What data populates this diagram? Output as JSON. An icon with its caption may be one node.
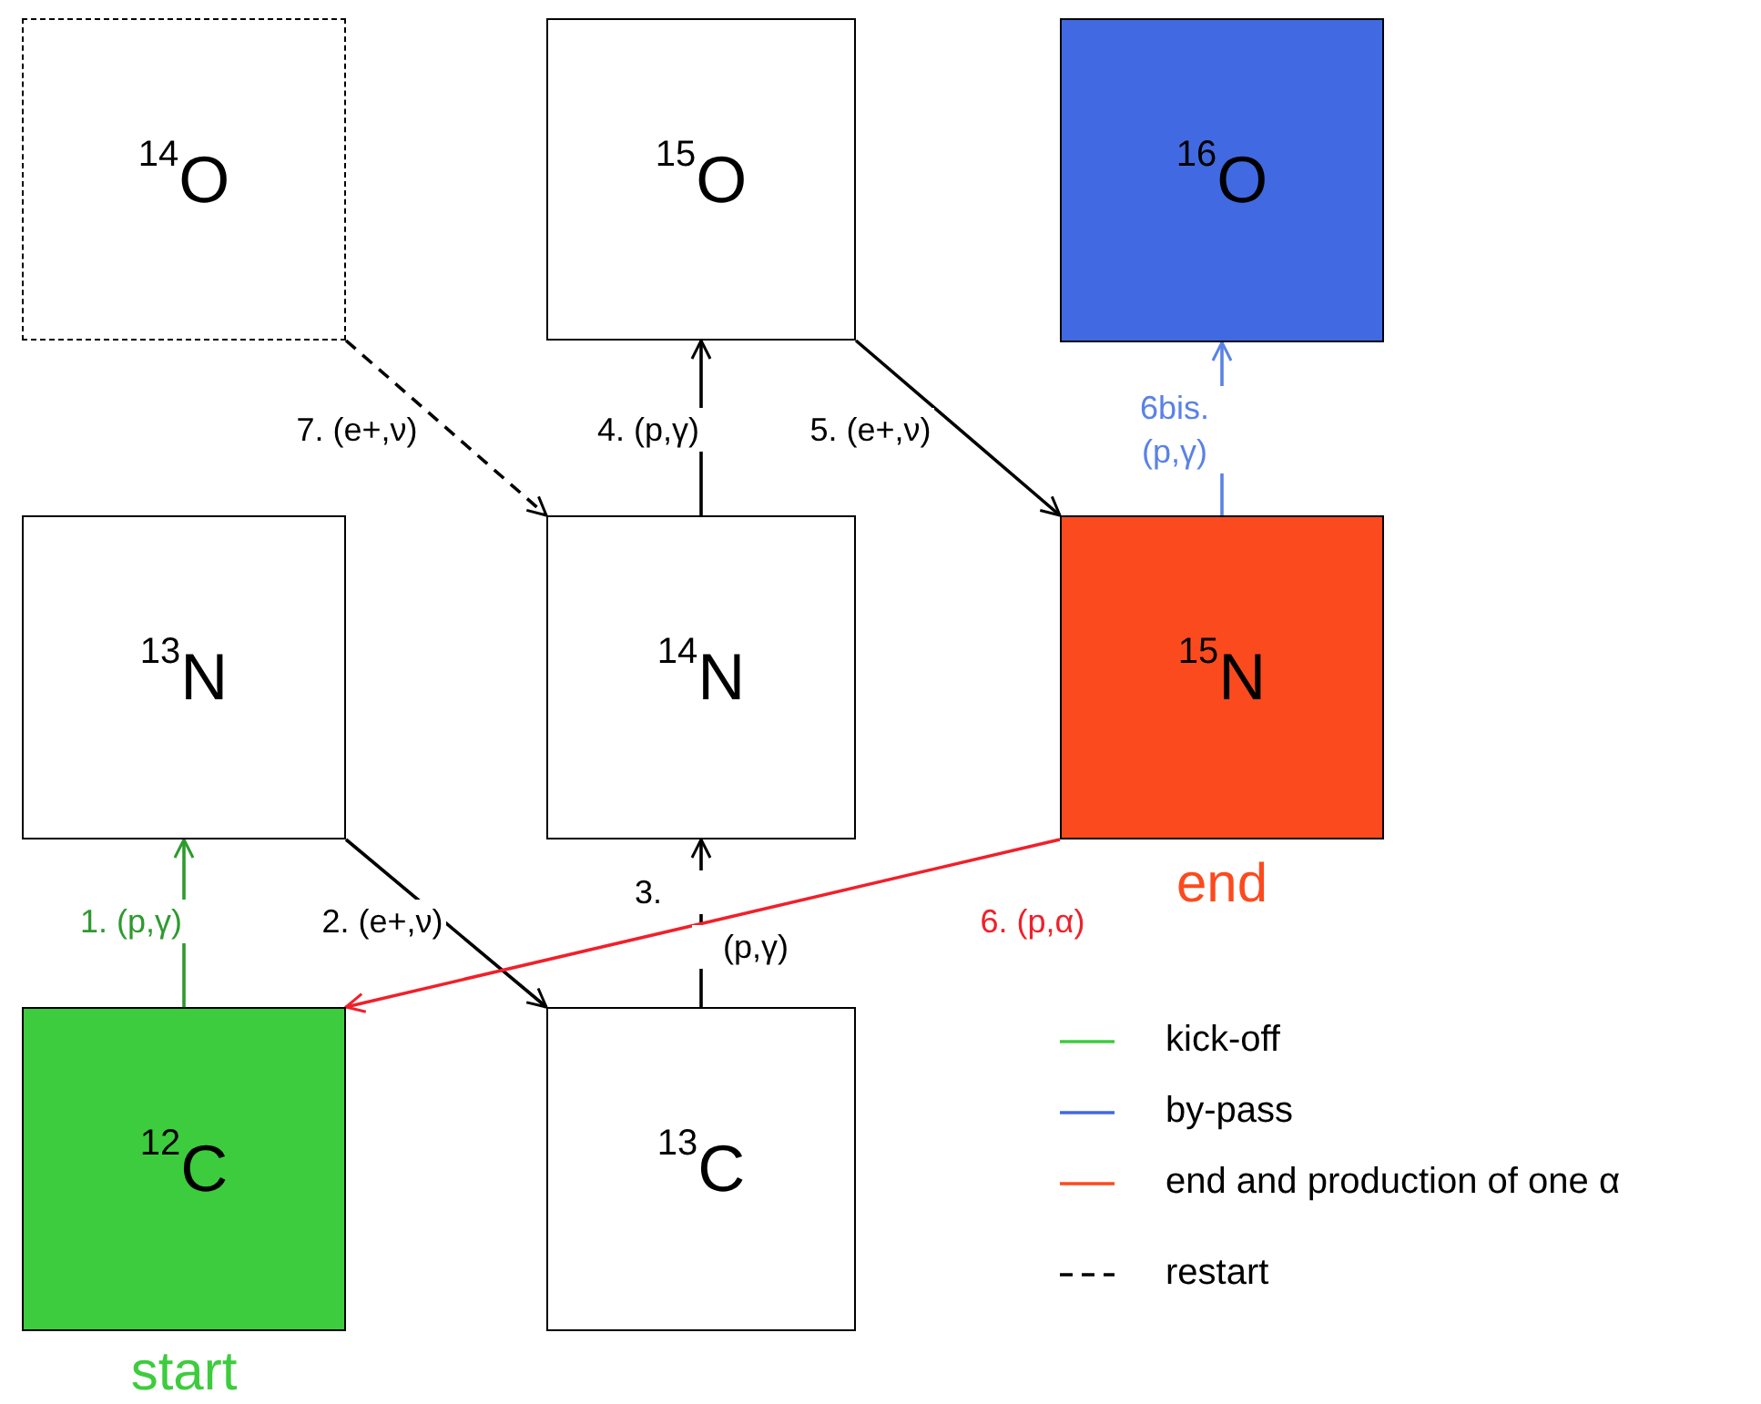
{
  "diagram": {
    "nodes": [
      {
        "text": [
          "$^{14}$O"
        ]
      },
      {
        "text": [
          "$^{15}$O"
        ]
      },
      {
        "text": [
          "$^{16}$O"
        ]
      },
      {
        "text": [
          "$^{13}$N"
        ]
      },
      {
        "text": [
          "$^{14}$N"
        ]
      },
      {
        "text": [
          "$^{15}$N"
        ],
        "beside": [
          "end"
        ]
      },
      {
        "text": [
          "$^{12}$C"
        ],
        "beside": [
          "start"
        ]
      },
      {
        "text": [
          "$^{13}$C"
        ]
      }
    ],
    "edges": [
      {
        "from": 6,
        "to": 3,
        "arrow": "to",
        "label": "1. (p,γ)",
        "color": "#2e9a2e"
      },
      {
        "from": 3,
        "to": 7,
        "arrow": "to",
        "label": "2. (e+,ν)"
      },
      {
        "from": 7,
        "to": 4,
        "arrow": "to",
        "label": "3."
      },
      {
        "from": 4,
        "to": 1,
        "arrow": "to",
        "label": "4. (p,γ)"
      },
      {
        "from": 1,
        "to": 5,
        "arrow": "to",
        "label": "5. (e+,ν)"
      },
      {
        "from": 5,
        "to": 2,
        "arrow": "to",
        "label": "6bis. (p,γ)",
        "color": "#5a82e6"
      },
      {
        "from": 5,
        "to": 6,
        "arrow": "to",
        "label": "6. (p,α)",
        "color": "#f0202a"
      },
      {
        "from": 0,
        "to": 4,
        "arrow": "to",
        "label": "7. (e+,ν)",
        "style": "dashed"
      }
    ],
    "labels": [
      "(p,γ)"
    ],
    "legend": [
      {
        "text": "kick-off"
      },
      {
        "text": "by-pass"
      },
      {
        "text": "end and production of one α"
      },
      {
        "text": "restart"
      }
    ]
  }
}
